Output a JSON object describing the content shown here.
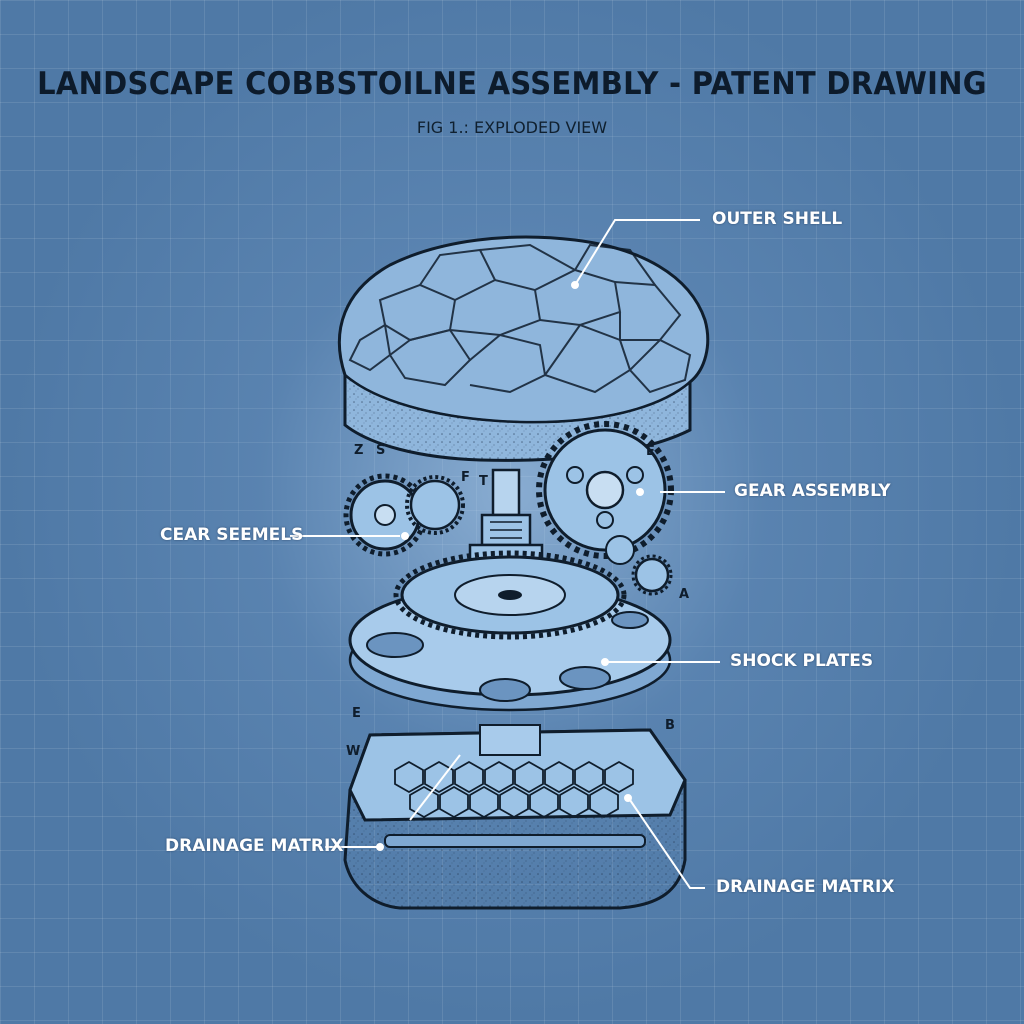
{
  "header": {
    "title": "LANDSCAPE COBBSTOILNE ASSEMBLY - PATENT DRAWING",
    "subtitle": "FIG 1.: EXPLODED VIEW"
  },
  "callouts": {
    "outer_shell": "OUTER SHELL",
    "gear_assembly": "GEAR ASSEMBLY",
    "cear_seemels": "CEAR SEEMELS",
    "shock_plates": "SHOCK PLATES",
    "drainage_matrix_left": "DRAINAGE MATRIX",
    "drainage_matrix_right": "DRAINAGE MATRIX"
  },
  "reference_letters": {
    "z": "Z",
    "s": "S",
    "f": "F",
    "t": "T",
    "e_top": "E",
    "a": "A",
    "e_mid": "E",
    "b": "B",
    "w": "W"
  },
  "colors": {
    "background": "#4f79a6",
    "line": "#0f1d2c",
    "label": "#ffffff",
    "fill_light": "#9cc3e6"
  }
}
